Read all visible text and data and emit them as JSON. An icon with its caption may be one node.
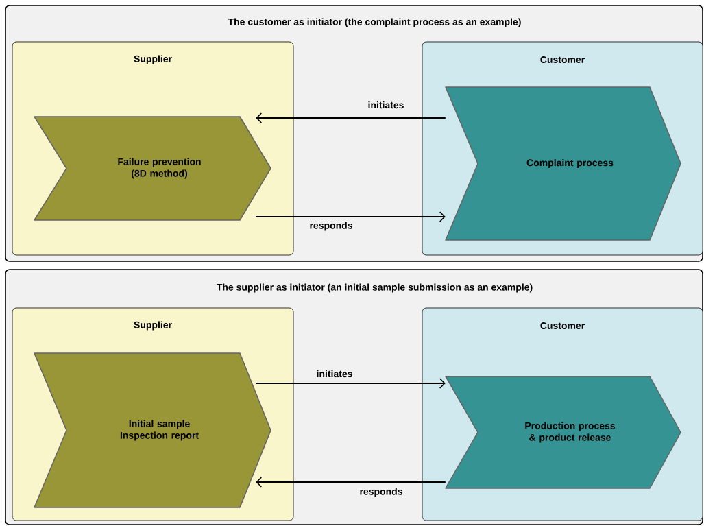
{
  "diagram": {
    "nodes": [
      {
        "text": [
          "The customer as initiator (the complaint process as an example)"
        ]
      },
      {
        "text": [
          "Supplier"
        ],
        "in": 0
      },
      {
        "text": [
          "Failure prevention (8D method)"
        ],
        "in": 1
      },
      {
        "text": [
          "Customer"
        ],
        "in": 0
      },
      {
        "text": [
          "Complaint process"
        ],
        "in": 3
      },
      {
        "text": [
          "The supplier as initiator (an initial sample submission as an example)"
        ]
      },
      {
        "text": [
          "Supplier"
        ],
        "in": 5
      },
      {
        "text": [
          "Initial sample Inspection report"
        ],
        "in": 6
      },
      {
        "text": [
          "Customer"
        ],
        "in": 5
      },
      {
        "text": [
          "Production process & product release"
        ],
        "in": 8
      }
    ],
    "edges": [
      {
        "from": 4,
        "to": 2,
        "arrow": "to",
        "label": "initiates"
      },
      {
        "from": 2,
        "to": 4,
        "arrow": "to",
        "label": "responds"
      },
      {
        "from": 7,
        "to": 9,
        "arrow": "to",
        "label": "initiates"
      },
      {
        "from": 9,
        "to": 7,
        "arrow": "to",
        "label": "responds"
      }
    ]
  }
}
